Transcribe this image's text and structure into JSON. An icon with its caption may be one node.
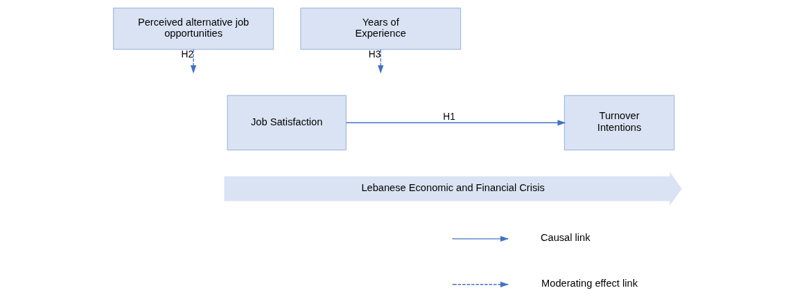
{
  "diagram": {
    "nodes": [
      {
        "text": [
          "Job Satisfaction"
        ]
      },
      {
        "text": [
          "Turnover Intentions"
        ]
      },
      {
        "text": [
          "Perceived alternative job opportunities"
        ]
      },
      {
        "text": [
          "Years of Experience"
        ]
      },
      {
        "text": [
          "Lebanese Economic and Financial Crisis"
        ]
      }
    ],
    "edges": [
      {
        "from": 0,
        "to": 1,
        "arrow": "to",
        "label": "H1"
      },
      {
        "from": 2,
        "to": null,
        "arrow": "to",
        "label": "H2",
        "style": "dashed"
      },
      {
        "from": 3,
        "to": null,
        "arrow": "to",
        "label": "H3",
        "style": "dashed"
      }
    ],
    "legend": [
      {
        "text": "Causal link"
      },
      {
        "text": "Moderating effect link"
      }
    ]
  }
}
